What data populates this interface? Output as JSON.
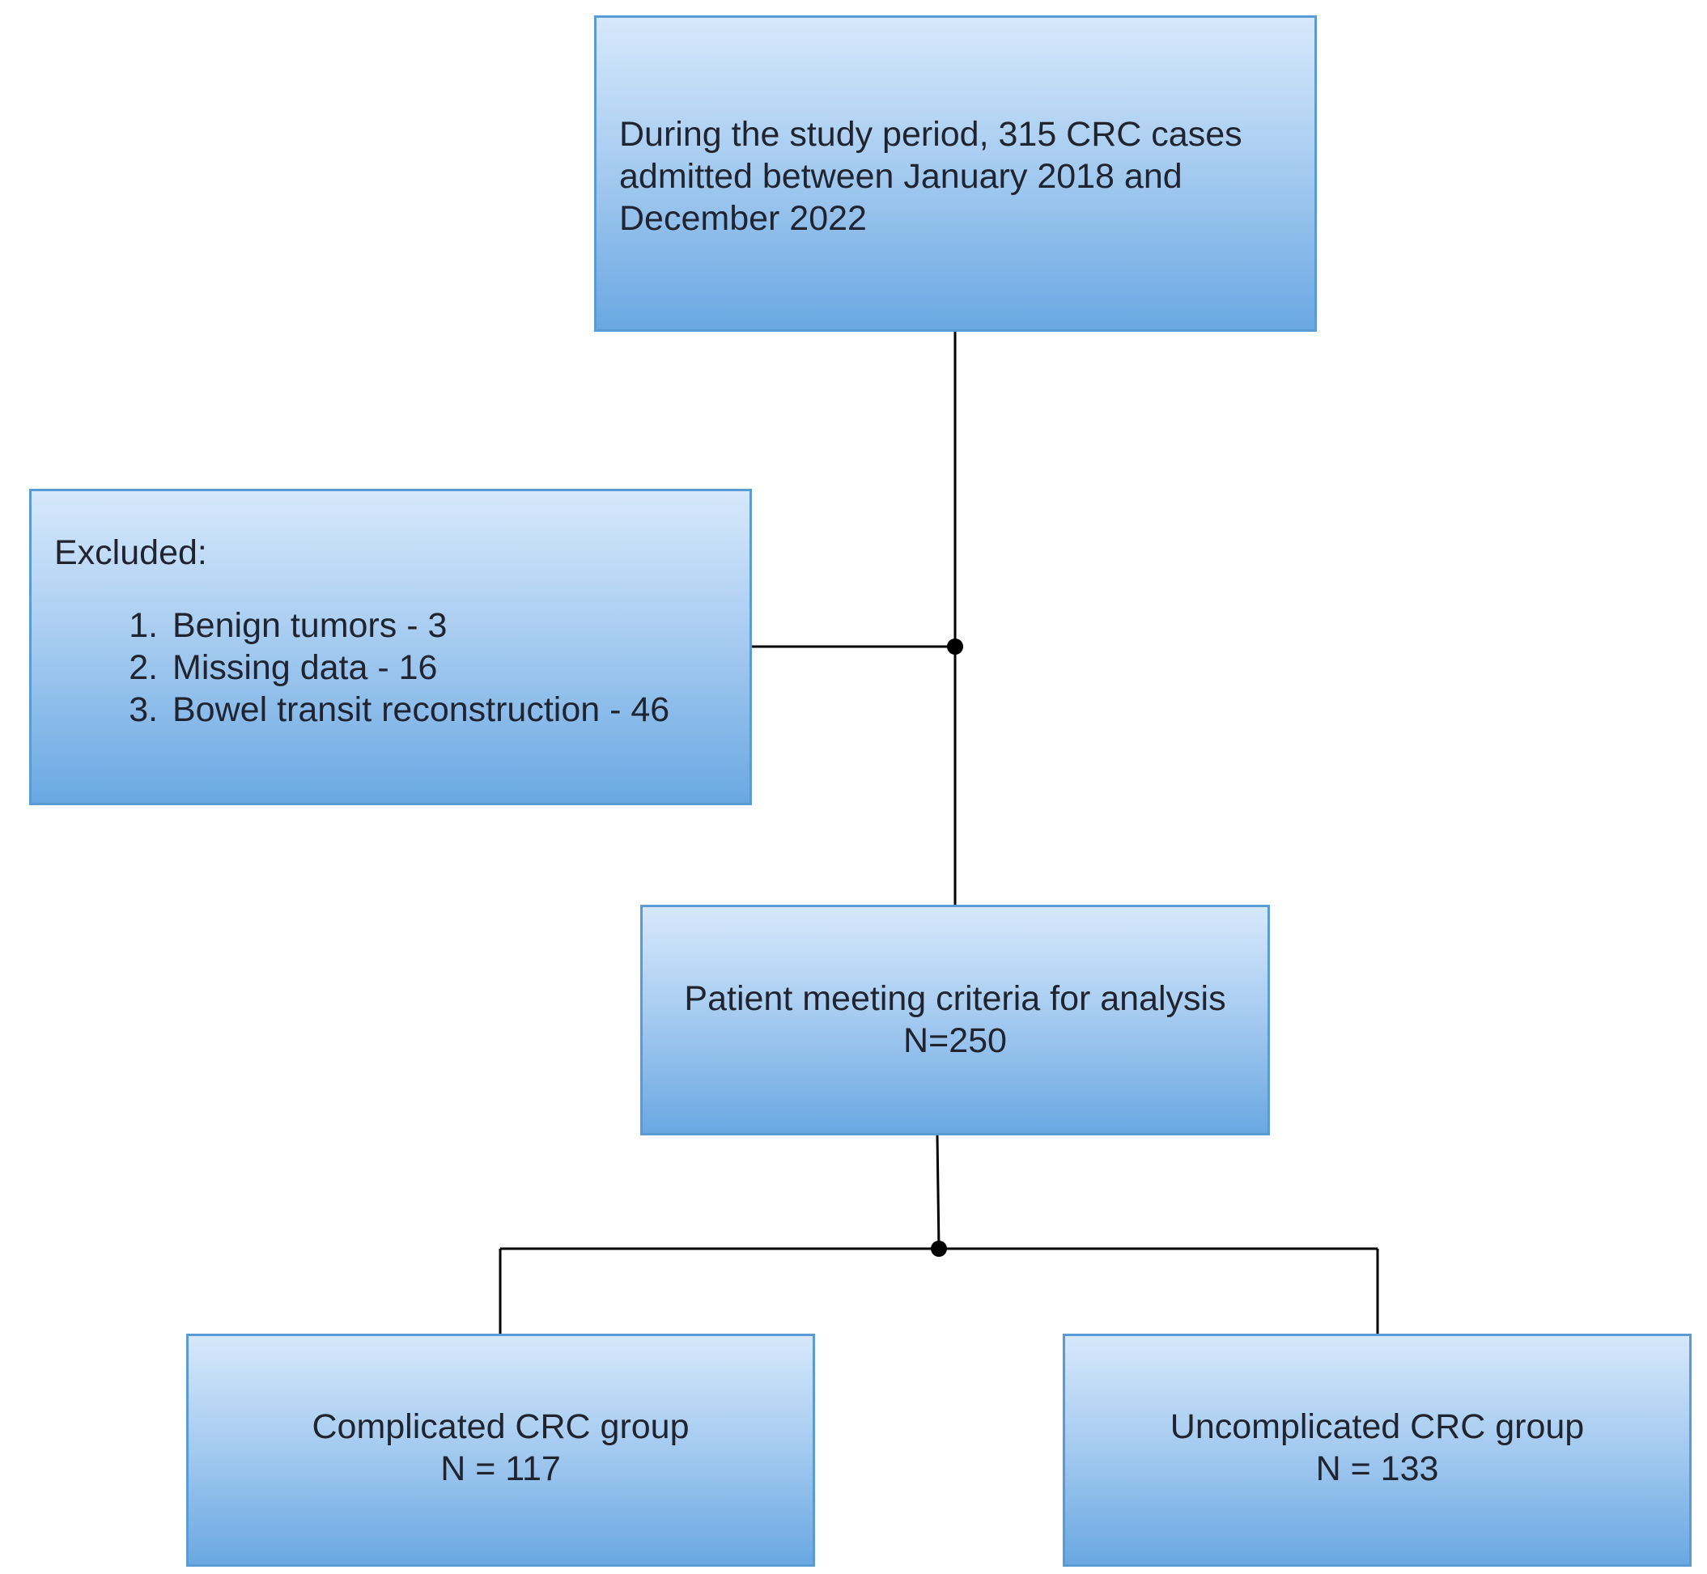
{
  "diagram": {
    "source_box": {
      "text": "During the study period, 315 CRC cases admitted between January 2018 and December 2022"
    },
    "excluded_box": {
      "title": "Excluded:",
      "items": [
        "Benign tumors - 3",
        "Missing data - 16",
        "Bowel transit reconstruction - 46"
      ]
    },
    "analysis_box": {
      "line1": "Patient meeting criteria for analysis",
      "line2": "N=250"
    },
    "complicated_box": {
      "line1": "Complicated CRC group",
      "line2": "N = 117"
    },
    "uncomplicated_box": {
      "line1": "Uncomplicated CRC group",
      "line2": "N = 133"
    },
    "colors": {
      "box_border": "#5b9bd5",
      "box_top": "#d6e8fb",
      "box_bottom": "#6aa8e2",
      "connector": "#000000"
    }
  }
}
